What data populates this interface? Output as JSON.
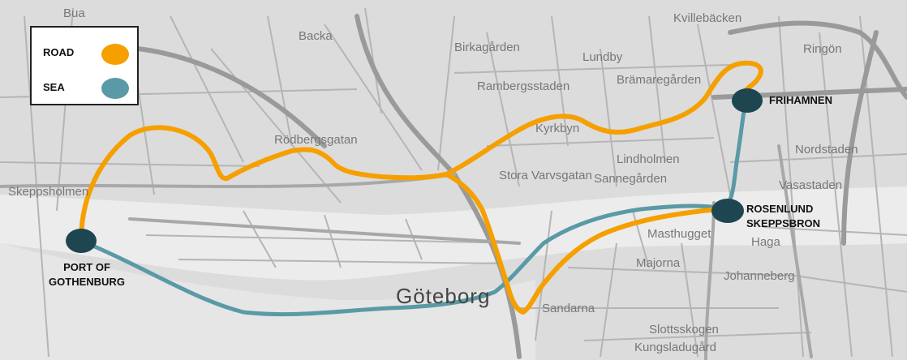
{
  "legend": {
    "road": {
      "label": "ROAD",
      "color": "#f5a000"
    },
    "sea": {
      "label": "SEA",
      "color": "#5a9aa6"
    }
  },
  "nodes": {
    "frihamnen": {
      "label": "FRIHAMNEN",
      "color": "#1d4651"
    },
    "rosenlund": {
      "line1": "ROSENLUND",
      "line2": "SKEPPSBRON",
      "color": "#1d4651"
    },
    "port": {
      "line1": "PORT OF",
      "line2": "GOTHENBURG",
      "color": "#1d4651"
    }
  },
  "place_labels": {
    "city": "Göteborg",
    "krokslatt": "Kvillebäcken",
    "ringon": "Ringön",
    "lundby": "Lundby",
    "birkagarden": "Birkagården",
    "ramberget": "Rambergsstaden",
    "bramaregarden": "Brämaregården",
    "kyrkbyn": "Kyrkbyn",
    "nordstaden": "Nordstaden",
    "sannegarden": "Sannegården",
    "lindholmen": "Lindholmen",
    "stadsvarvet": "Stora Varvsgatan",
    "masthugget": "Masthugget",
    "majorna": "Majorna",
    "haga": "Haga",
    "slottsskogen": "Slottsskogen",
    "kungsladugard": "Kungsladugård",
    "skeppsholmen": "Skeppsholmen",
    "redbergslid": "Rödbergsgatan",
    "johanneberg": "Johanneberg",
    "sandarna": "Sandarna",
    "vasastaden": "Vasastaden",
    "grod": "Backa",
    "bua": "Bua"
  }
}
